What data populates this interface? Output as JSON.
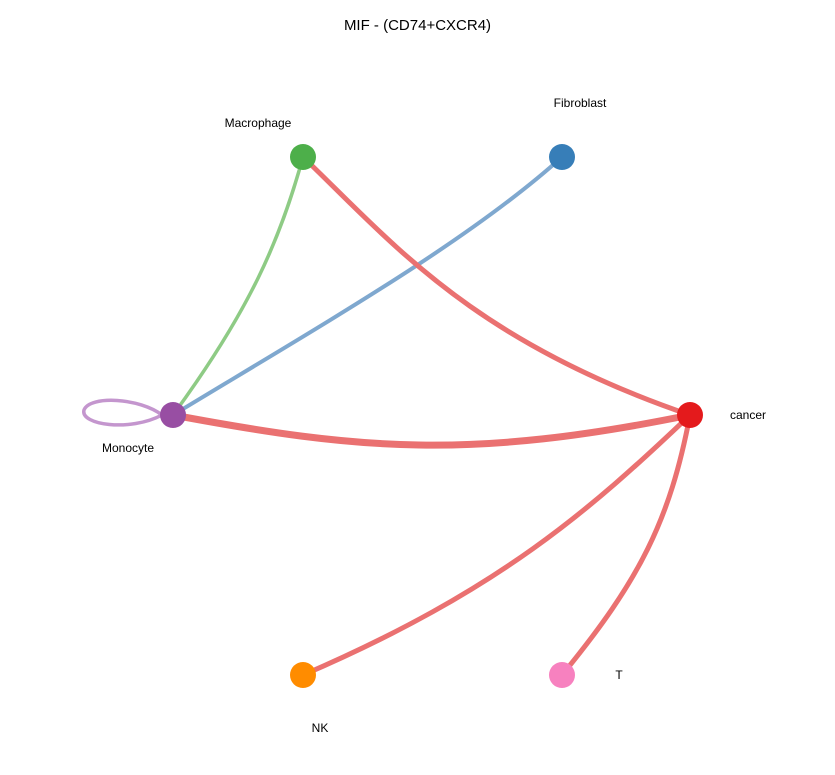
{
  "title": "MIF - (CD74+CXCR4)",
  "nodes": [
    {
      "id": "Macrophage",
      "label": "Macrophage",
      "color": "#4DAF4A"
    },
    {
      "id": "Fibroblast",
      "label": "Fibroblast",
      "color": "#377EB8"
    },
    {
      "id": "cancer",
      "label": "cancer",
      "color": "#E41A1C"
    },
    {
      "id": "T",
      "label": "T",
      "color": "#F781BF"
    },
    {
      "id": "NK",
      "label": "NK",
      "color": "#FF8C00"
    },
    {
      "id": "Monocyte",
      "label": "Monocyte",
      "color": "#984EA3"
    }
  ],
  "edges": [
    {
      "source": "Macrophage",
      "target": "Monocyte",
      "color": "#8ECB85"
    },
    {
      "source": "Fibroblast",
      "target": "Monocyte",
      "color": "#7FA8CF"
    },
    {
      "source": "Macrophage",
      "target": "cancer",
      "color": "#EA7171"
    },
    {
      "source": "Monocyte",
      "target": "cancer",
      "color": "#EA7171"
    },
    {
      "source": "cancer",
      "target": "NK",
      "color": "#EA7171"
    },
    {
      "source": "cancer",
      "target": "T",
      "color": "#EA7171"
    },
    {
      "source": "Monocyte",
      "target": "Monocyte",
      "color": "#C496CE"
    }
  ]
}
